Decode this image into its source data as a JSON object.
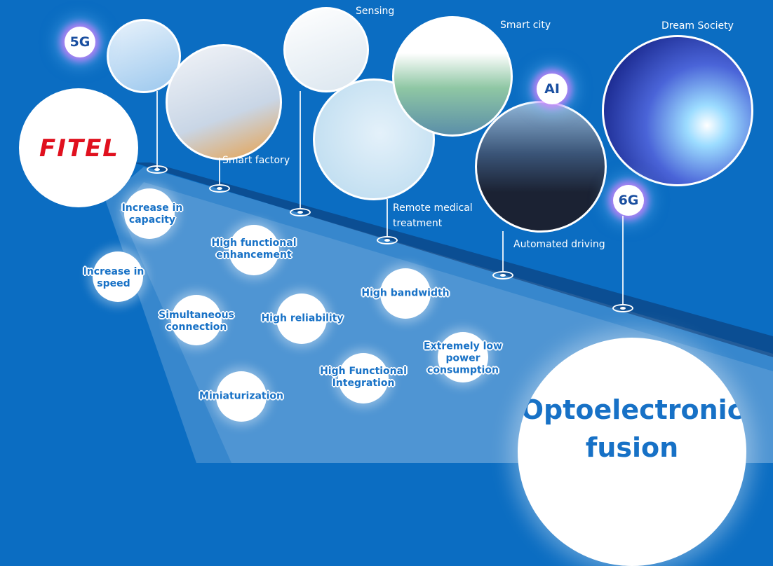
{
  "brand": {
    "logo_text": "FITEL",
    "logo_color": "#e0101e"
  },
  "badges": {
    "g5": "5G",
    "ai": "AI",
    "g6": "6G"
  },
  "applications": {
    "sensing": "Sensing",
    "smart_city": "Smart city",
    "dream_society": "Dream Society",
    "smart_factory": "Smart factory",
    "remote_medical_1": "Remote medical",
    "remote_medical_2": "treatment",
    "automated_driving": "Automated driving"
  },
  "features": [
    {
      "line1": "Increase in",
      "line2": "capacity"
    },
    {
      "line1": "Increase in",
      "line2": "speed"
    },
    {
      "line1": "High functional",
      "line2": "enhancement"
    },
    {
      "line1": "Simultaneous",
      "line2": "connection"
    },
    {
      "line1": "High reliability",
      "line2": ""
    },
    {
      "line1": "High bandwidth",
      "line2": ""
    },
    {
      "line1": "Miniaturization",
      "line2": ""
    },
    {
      "line1": "High Functional",
      "line2": "Integration"
    },
    {
      "line1": "Extremely low",
      "line2": "power",
      "line3": "consumption"
    }
  ],
  "goal": {
    "line1": "Optoelectronic",
    "line2": "fusion"
  },
  "colors": {
    "background": "#0b6dc2",
    "text_blue": "#1771c6"
  }
}
